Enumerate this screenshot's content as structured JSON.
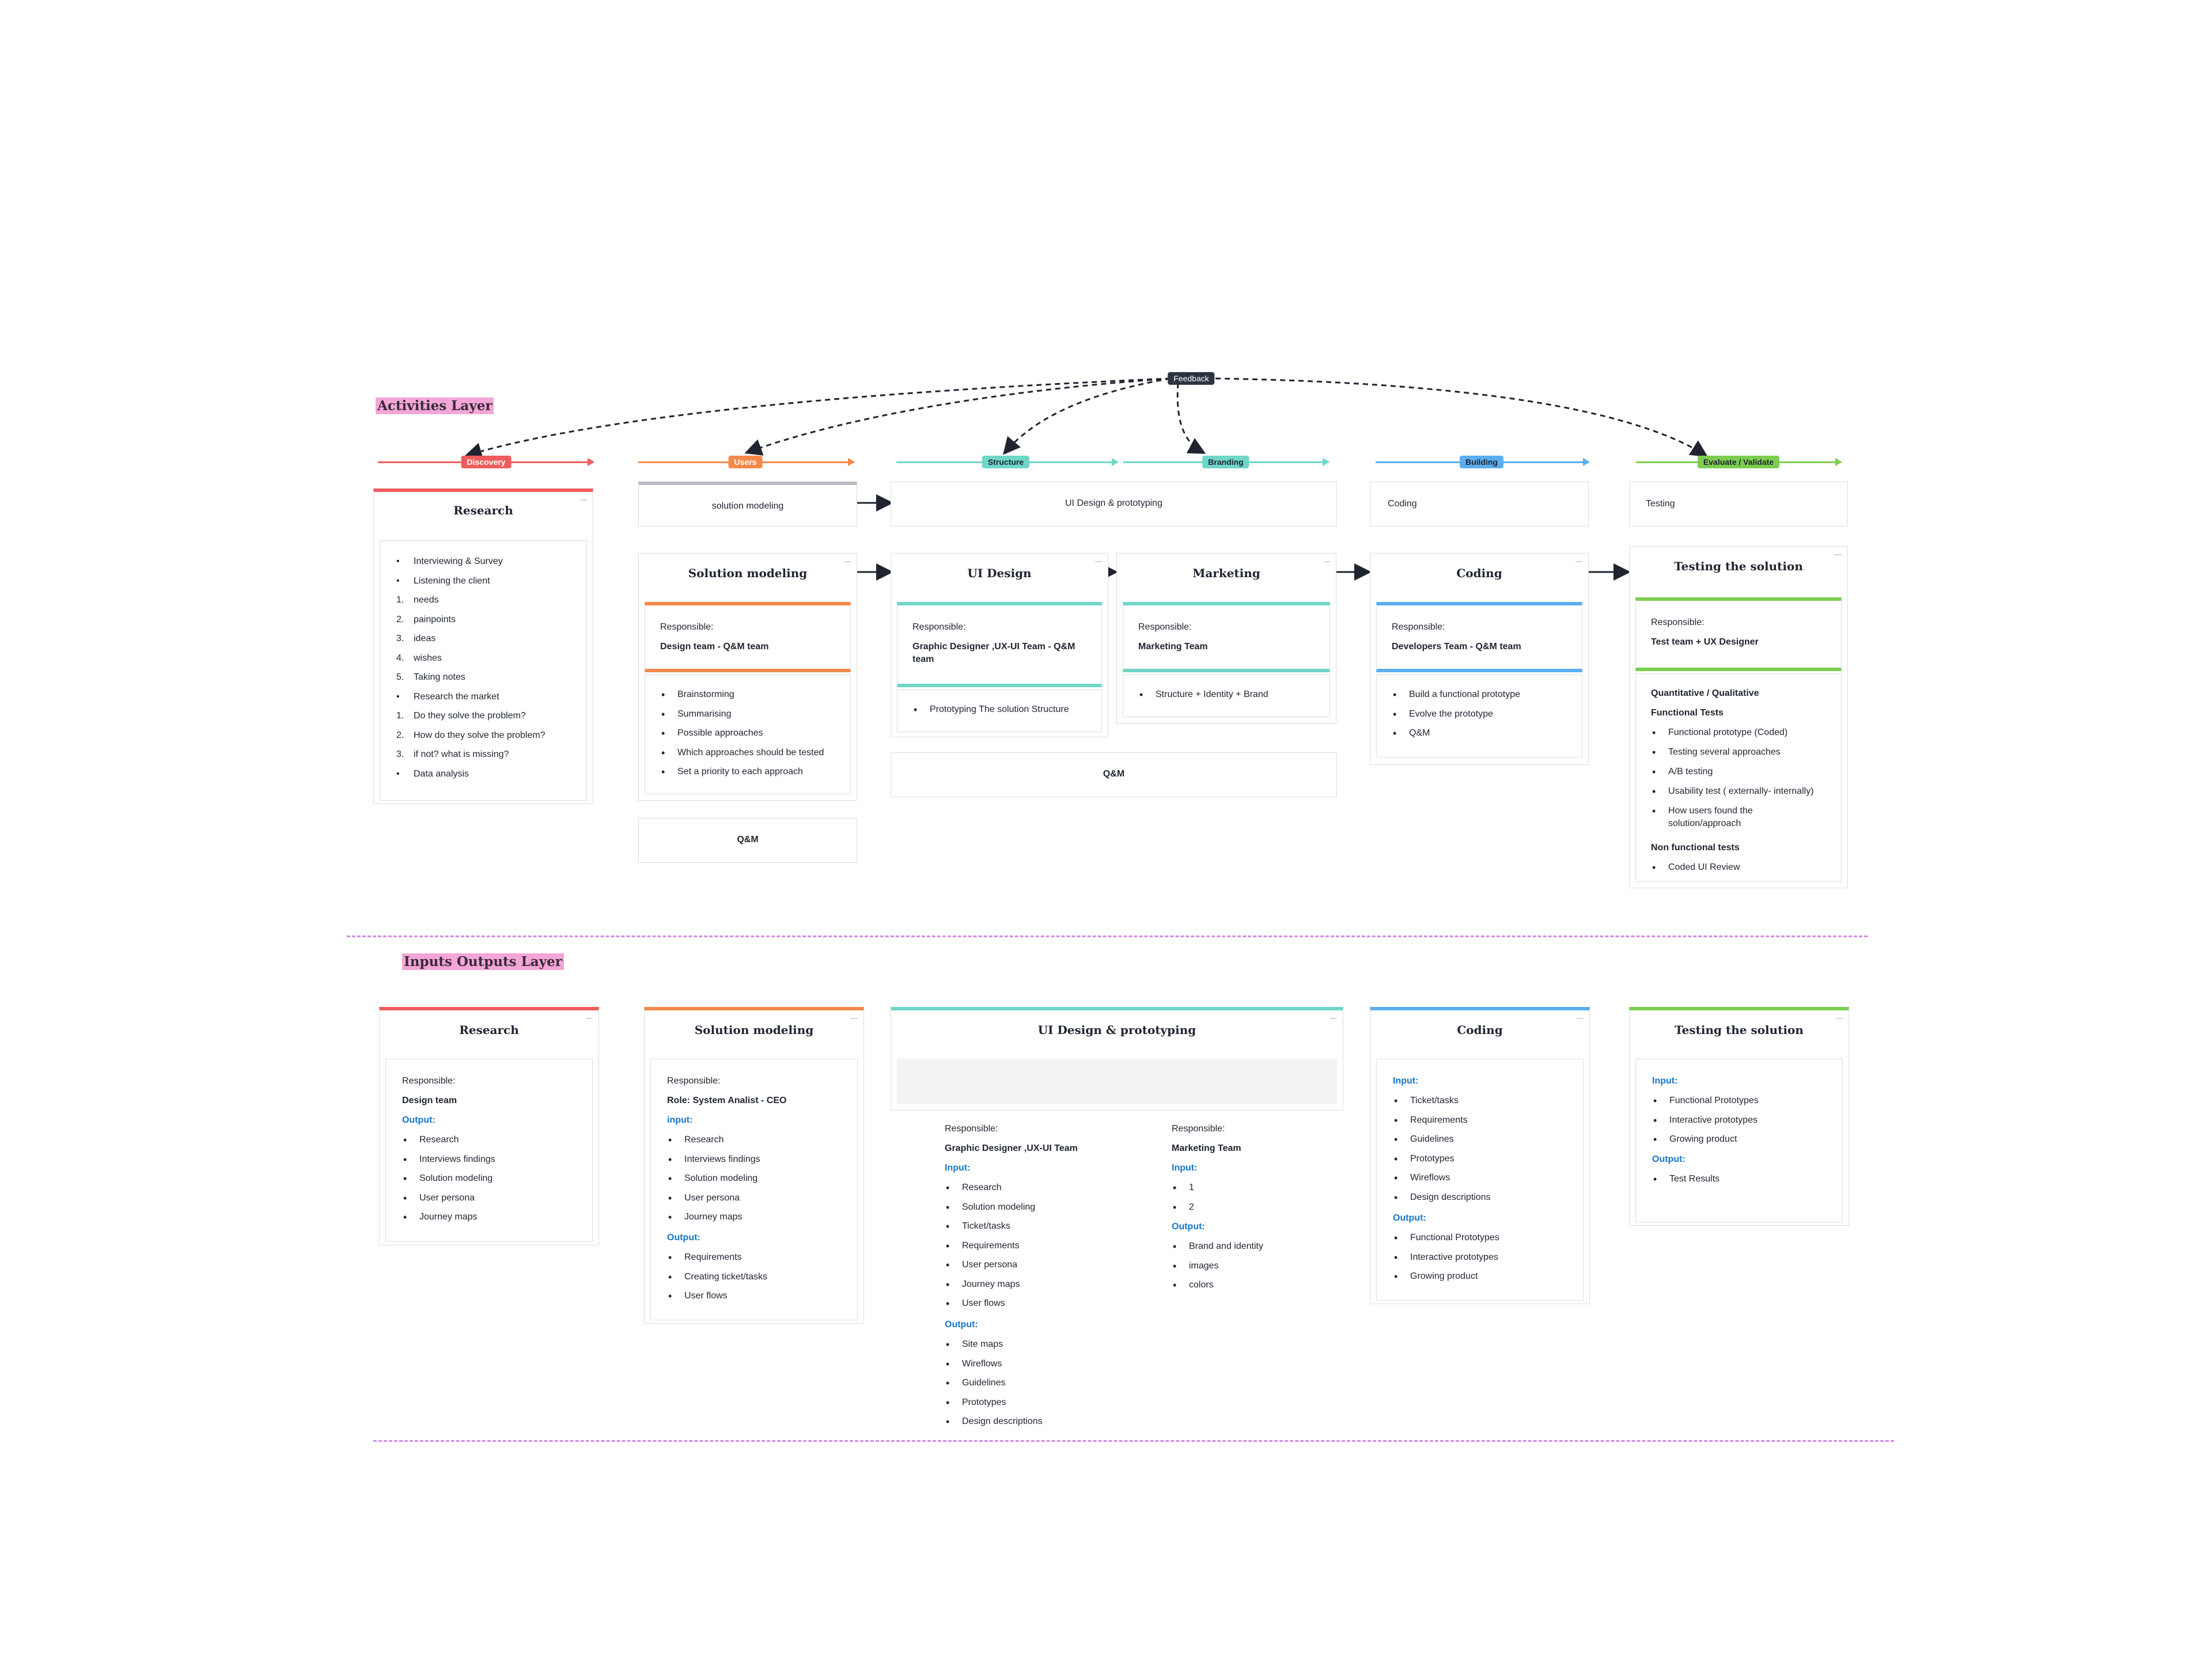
{
  "layers": {
    "activities": "Activities Layer",
    "inputs_outputs": "Inputs Outputs Layer"
  },
  "feedback": "Feedback",
  "phases": {
    "discovery": {
      "label": "Discovery",
      "color": "#f05c5c"
    },
    "users": {
      "label": "Users",
      "color": "#f5894a"
    },
    "structure": {
      "label": "Structure",
      "color": "#6fd6c8"
    },
    "branding": {
      "label": "Branding",
      "color": "#6fd6c8"
    },
    "building": {
      "label": "Building",
      "color": "#5aaef0"
    },
    "evaluate": {
      "label": "Evaluate / Validate",
      "color": "#7ccd4f"
    }
  },
  "summary_boxes": {
    "solution_modeling": "solution modeling",
    "ui_design": "UI Design & prototyping",
    "coding": "Coding",
    "testing": "Testing"
  },
  "activities": {
    "research": {
      "title": "Research",
      "items": [
        {
          "m": "•",
          "t": "Interviewing & Survey"
        },
        {
          "m": "•",
          "t": "Listening the client"
        },
        {
          "m": "1.",
          "t": "needs"
        },
        {
          "m": "2.",
          "t": "painpoints"
        },
        {
          "m": "3.",
          "t": "ideas"
        },
        {
          "m": "4.",
          "t": "wishes"
        },
        {
          "m": "5.",
          "t": "Taking notes"
        },
        {
          "m": "•",
          "t": "Research the market"
        },
        {
          "m": "1.",
          "t": "Do they solve the problem?"
        },
        {
          "m": "2.",
          "t": "How do they solve the problem?"
        },
        {
          "m": "3.",
          "t": "if not? what is missing?"
        },
        {
          "m": "•",
          "t": "Data analysis"
        }
      ]
    },
    "solution_modeling": {
      "title": "Solution modeling",
      "responsible_label": "Responsible:",
      "responsible": "Design team - Q&M team",
      "items": [
        "Brainstorming",
        "Summarising",
        "Possible approaches",
        "Which approaches should be tested",
        "Set a priority to each approach"
      ],
      "qm": "Q&M"
    },
    "ui_design": {
      "title": "UI Design",
      "responsible_label": "Responsible:",
      "responsible_1": "Graphic Designer ,UX-UI Team - Q&M",
      "responsible_2": "team",
      "items": [
        "Prototyping The solution Structure"
      ]
    },
    "marketing": {
      "title": "Marketing",
      "responsible_label": "Responsible:",
      "responsible": "Marketing Team",
      "items": [
        "Structure + Identity + Brand"
      ]
    },
    "design_qm": "Q&M",
    "coding": {
      "title": "Coding",
      "responsible_label": "Responsible:",
      "responsible": "Developers Team - Q&M team",
      "items": [
        "Build a functional prototype",
        "Evolve the prototype",
        "Q&M"
      ]
    },
    "testing": {
      "title": "Testing the solution",
      "responsible_label": "Responsible:",
      "responsible": "Test team + UX Designer",
      "heading1": "Quantitative / Qualitative",
      "heading2": "Functional Tests",
      "items": [
        "Functional prototype (Coded)",
        "Testing several approaches",
        "A/B testing",
        "Usability test ( externally- internally)",
        "How users found the",
        "solution/approach"
      ],
      "heading3": "Non functional tests",
      "items2": [
        "Coded UI Review"
      ]
    }
  },
  "io": {
    "research": {
      "title": "Research",
      "responsible_label": "Responsible:",
      "responsible": "Design team",
      "output_label": "Output:",
      "outputs": [
        "Research",
        "Interviews findings",
        "Solution modeling",
        "User persona",
        "Journey maps"
      ]
    },
    "solution_modeling": {
      "title": "Solution modeling",
      "responsible_label": "Responsible:",
      "responsible": "Role: System Analist - CEO",
      "input_label": "input:",
      "inputs": [
        "Research",
        "Interviews findings",
        "Solution modeling",
        "User persona",
        "Journey maps"
      ],
      "output_label": "Output:",
      "outputs": [
        "Requirements",
        "Creating ticket/tasks",
        "User flows"
      ]
    },
    "ui_design": {
      "title": "UI Design  & prototyping",
      "left": {
        "responsible_label": "Responsible:",
        "responsible": "Graphic Designer ,UX-UI Team",
        "input_label": "Input:",
        "inputs": [
          "Research",
          "Solution modeling",
          "Ticket/tasks",
          "Requirements",
          "User persona",
          "Journey maps",
          "User flows"
        ],
        "output_label": "Output:",
        "outputs": [
          "Site maps",
          "Wireflows",
          "Guidelines",
          "Prototypes",
          "Design descriptions"
        ]
      },
      "right": {
        "responsible_label": "Responsible:",
        "responsible": "Marketing Team",
        "input_label": "Input:",
        "inputs": [
          "1",
          "2"
        ],
        "output_label": "Output:",
        "outputs": [
          "Brand and identity",
          "images",
          "colors"
        ]
      }
    },
    "coding": {
      "title": "Coding",
      "input_label": "Input:",
      "inputs": [
        "Ticket/tasks",
        "Requirements",
        "Guidelines",
        "Prototypes",
        "Wireflows",
        "Design descriptions"
      ],
      "output_label": "Output:",
      "outputs": [
        "Functional Prototypes",
        "Interactive prototypes",
        "Growing product"
      ]
    },
    "testing": {
      "title": "Testing the solution",
      "input_label": "Input:",
      "inputs": [
        "Functional Prototypes",
        "Interactive prototypes",
        "Growing product"
      ],
      "output_label": "Output:",
      "outputs": [
        "Test Results"
      ]
    }
  }
}
